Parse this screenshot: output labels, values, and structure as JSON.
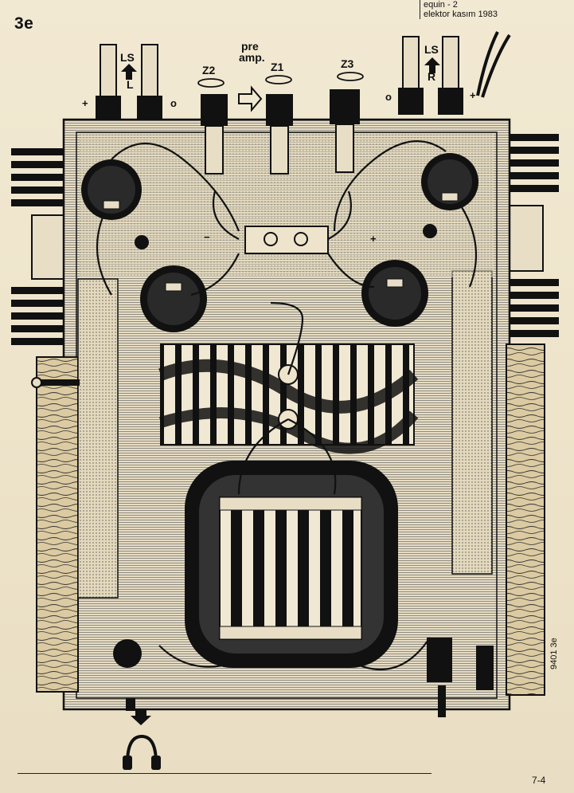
{
  "figure_label": "3e",
  "source": {
    "line1": "equin - 2",
    "line2": "elektor kasım 1983"
  },
  "side_ref": "9401 3e",
  "page_number": "7-4",
  "labels": {
    "ls_left": "LS",
    "left": "L",
    "ls_right": "LS",
    "right": "R",
    "preamp_line1": "pre",
    "preamp_line2": "amp.",
    "z1": "Z1",
    "z2": "Z2",
    "z3": "Z3",
    "plus_sign": "+",
    "minus_sign": "−",
    "zero_sign": "o"
  },
  "colors": {
    "paper": "#efe6cf",
    "ink": "#111111",
    "chassis": "#e6dcc2",
    "wood": "#d9c9a3",
    "hatch": "#2a2a2a"
  }
}
